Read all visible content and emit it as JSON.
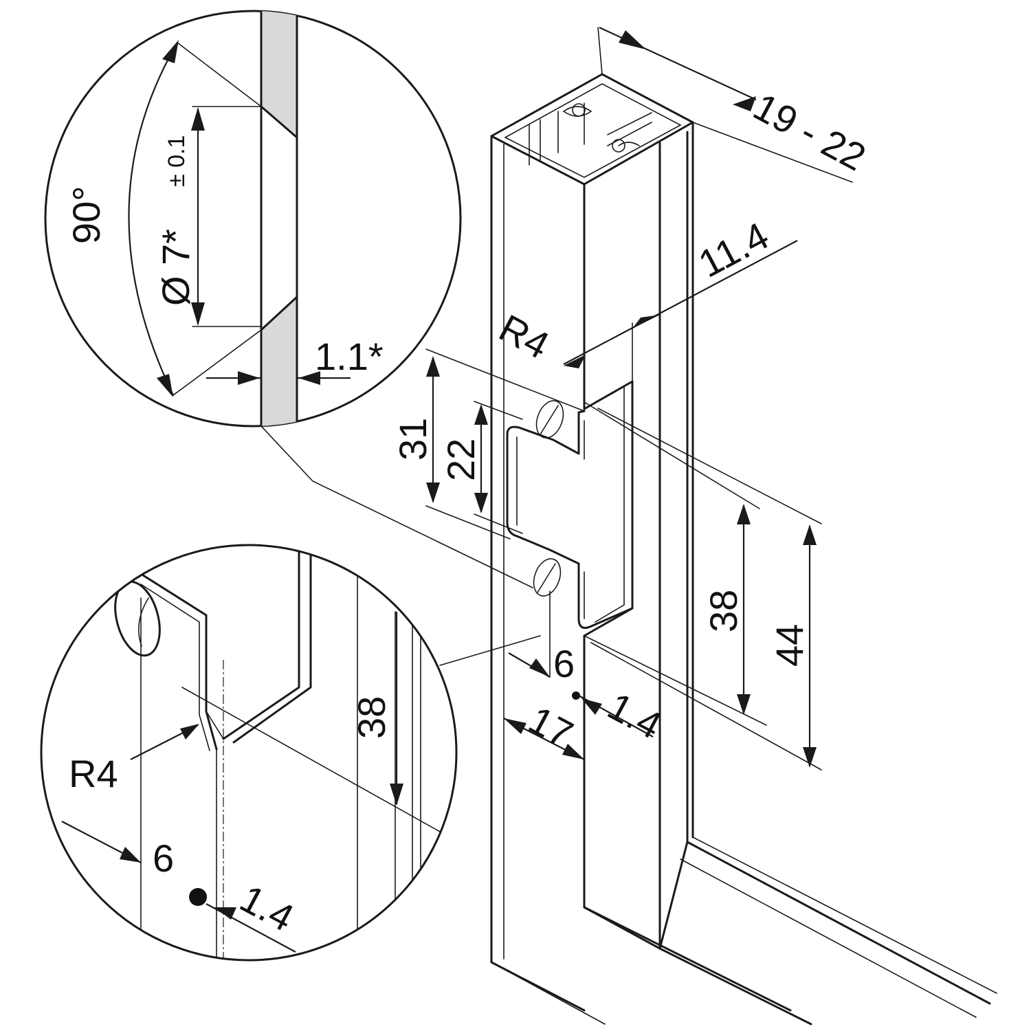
{
  "colors": {
    "line": "#1a1a1a",
    "hatch": "#d9d9d9",
    "background": "#ffffff"
  },
  "labels": {
    "profile_width": "19 - 22",
    "offset_11_4": "11.4",
    "radius_main": "R4",
    "height_31": "31",
    "height_22": "22",
    "height_38_main": "38",
    "height_44": "44",
    "width_6_main": "6",
    "width_17": "17",
    "gap_1_4_main": "1.4",
    "angle_90": "90°",
    "diameter_7": "Ø 7*",
    "tolerance": "± 0.1",
    "thickness_1_1": "1.1*",
    "radius_detail": "R4",
    "height_38_detail": "38",
    "width_6_detail": "6",
    "gap_1_4_detail": "1.4"
  }
}
